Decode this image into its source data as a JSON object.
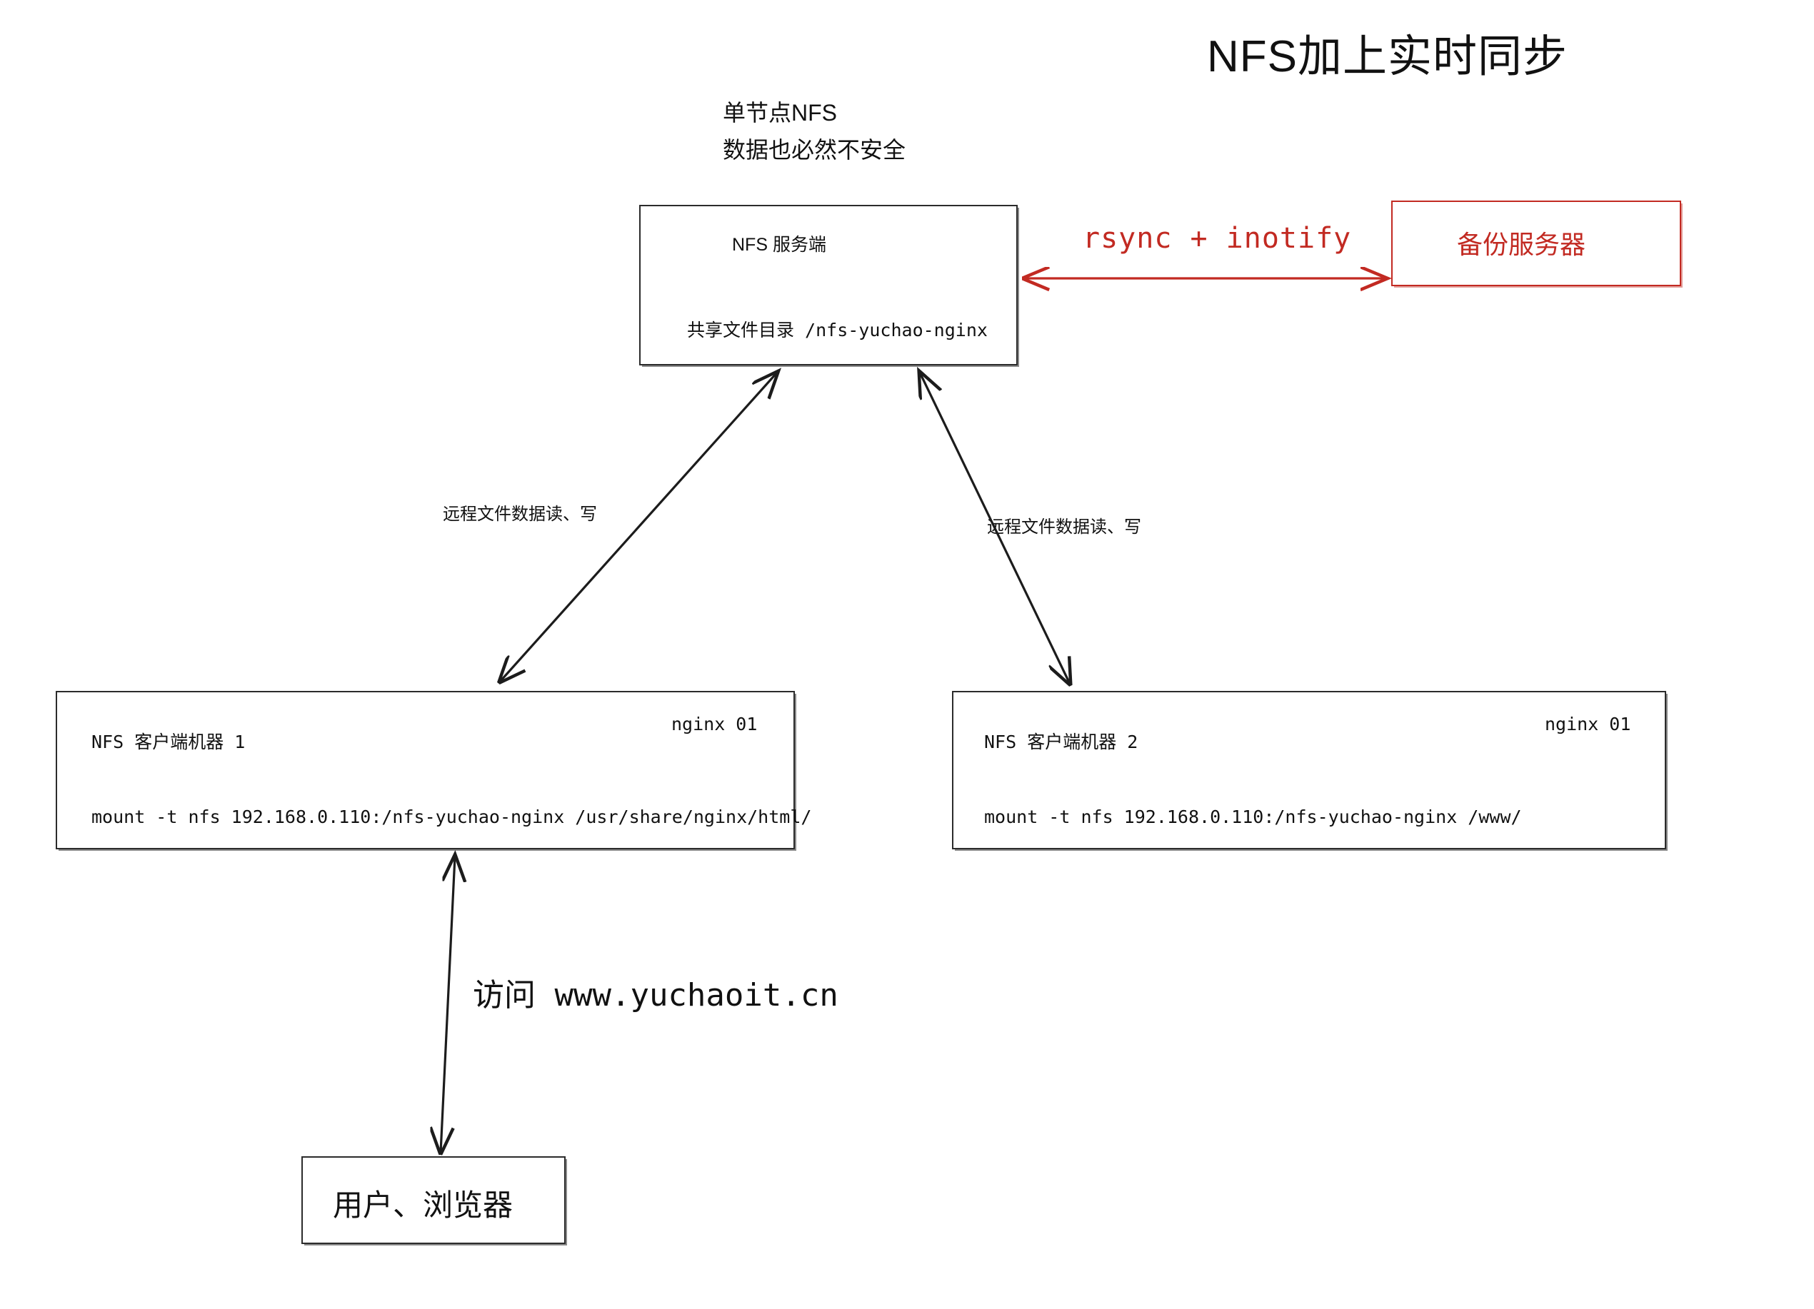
{
  "title": "NFS加上实时同步",
  "notes": {
    "single_node": [
      "单节点NFS",
      "数据也必然不安全"
    ]
  },
  "colors": {
    "accent_red": "#c22a22",
    "stroke_black": "#2b2b2b",
    "background": "#ffffff"
  },
  "nodes": {
    "nfs_server": {
      "title": "NFS  服务端",
      "share_label": "共享文件目录  /nfs-yuchao-nginx"
    },
    "backup_server": {
      "label": "备份服务器"
    },
    "client1": {
      "title": "NFS  客户端机器 1",
      "tag": "nginx 01",
      "mount": "mount -t nfs 192.168.0.110:/nfs-yuchao-nginx /usr/share/nginx/html/"
    },
    "client2": {
      "title": "NFS  客户端机器 2",
      "tag": "nginx 01",
      "mount": "mount -t nfs 192.168.0.110:/nfs-yuchao-nginx /www/"
    },
    "user": {
      "label": "用户、浏览器"
    }
  },
  "edges": {
    "rsync": "rsync + inotify",
    "left_rw": "远程文件数据读、写",
    "right_rw": "远程文件数据读、写",
    "visit": "访问 www.yuchaoit.cn"
  }
}
